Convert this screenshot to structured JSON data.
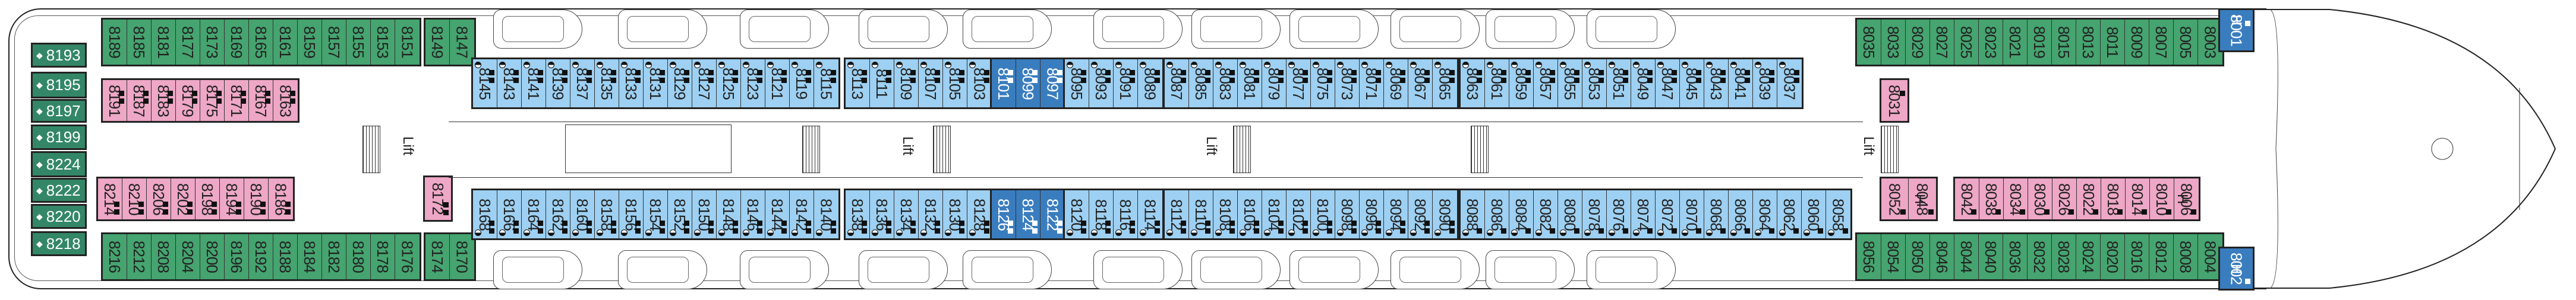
{
  "deck_plan": {
    "colors": {
      "green": "#45a46f",
      "dark_green": "#338767",
      "pink": "#eea7c6",
      "light_blue": "#9dd0f2",
      "blue": "#3a7dbf"
    },
    "lift_label": "Lift",
    "aft_suites": [
      {
        "label": "8193",
        "icon": "diamond"
      },
      {
        "label": "8195",
        "icon": "diamond",
        "connected": true
      },
      {
        "label": "8197",
        "icon": "diamond"
      },
      {
        "label": "8199",
        "icon": "diamond",
        "connected": true
      },
      {
        "label": "8224",
        "icon": "diamond"
      },
      {
        "label": "8222",
        "icon": "diamond",
        "connected": true
      },
      {
        "label": "8220",
        "icon": "diamond"
      },
      {
        "label": "8218",
        "icon": "diamond"
      }
    ],
    "rows": [
      {
        "id": "top-outer-aft",
        "color": "green",
        "cabins": [
          "8189",
          "8185",
          "8181",
          "8177",
          "8173",
          "8169",
          "8165",
          "8161",
          "8159",
          "8157",
          "8155",
          "8153",
          "8151"
        ]
      },
      {
        "id": "top-outer-aft2",
        "color": "green",
        "cabins": [
          "8149",
          "8147"
        ]
      },
      {
        "id": "top-inner-aft",
        "color": "pink",
        "marks": "sq2",
        "cabins": [
          "8191",
          "8187",
          "8183",
          "8179",
          "8175",
          "8171",
          "8167",
          "8163"
        ]
      },
      {
        "id": "bot-inner-aft",
        "color": "pink",
        "marks": "sq2",
        "cabins": [
          "8214",
          "8210",
          "8206",
          "8202",
          "8198",
          "8194",
          "8190",
          "8186"
        ]
      },
      {
        "id": "bot-outer-aft",
        "color": "green",
        "cabins": [
          "8216",
          "8212",
          "8208",
          "8204",
          "8200",
          "8196",
          "8192",
          "8188",
          "8184",
          "8182",
          "8180",
          "8178",
          "8176"
        ]
      },
      {
        "id": "bot-outer-aft2",
        "color": "green",
        "cabins": [
          "8174",
          "8170"
        ]
      },
      {
        "id": "mid-8172",
        "color": "pink",
        "marks": "sq2",
        "cabins": [
          "8172"
        ]
      },
      {
        "id": "top-mid-1",
        "color": "light_blue",
        "marks": "sq2-circ",
        "cabins": [
          "8145",
          "8143",
          "8141",
          "8139",
          "8137",
          "8135",
          "8133",
          "8131",
          "8129",
          "8127",
          "8125",
          "8123",
          "8121",
          "8119",
          "8115"
        ]
      },
      {
        "id": "top-mid-2",
        "color": "light_blue",
        "marks": "sq2-circ",
        "cabins": [
          "8113",
          "8111",
          "8109",
          "8107",
          "8105",
          "8103"
        ]
      },
      {
        "id": "top-mid-2b",
        "color": "blue",
        "marks": "sq2",
        "cabins": [
          "8101",
          "8099",
          "8097"
        ]
      },
      {
        "id": "top-mid-2c",
        "color": "light_blue",
        "marks": "sq2-circ",
        "cabins": [
          "8095",
          "8093",
          "8091",
          "8089"
        ]
      },
      {
        "id": "top-mid-3",
        "color": "light_blue",
        "marks": "sq2-circ",
        "cabins": [
          "8087",
          "8085",
          "8083",
          "8081",
          "8079",
          "8077",
          "8075",
          "8073",
          "8071",
          "8069",
          "8067",
          "8065"
        ]
      },
      {
        "id": "top-mid-4",
        "color": "light_blue",
        "marks": "sq2-circ",
        "cabins": [
          "8063",
          "8061",
          "8059",
          "8057",
          "8055",
          "8053",
          "8051",
          "8049",
          "8047",
          "8045",
          "8043",
          "8041",
          "8039",
          "8037"
        ]
      },
      {
        "id": "bot-mid-1",
        "color": "light_blue",
        "marks": "sq2-circ",
        "cabins": [
          "8168",
          "8166",
          "8164",
          "8162",
          "8160",
          "8158",
          "8156",
          "8154",
          "8152",
          "8150",
          "8148",
          "8146",
          "8144",
          "8142",
          "8140"
        ]
      },
      {
        "id": "bot-mid-2",
        "color": "light_blue",
        "marks": "sq2-circ",
        "cabins": [
          "8138",
          "8136",
          "8134",
          "8132",
          "8130",
          "8128"
        ]
      },
      {
        "id": "bot-mid-2b",
        "color": "blue",
        "marks": "sq2",
        "cabins": [
          "8126",
          "8124",
          "8122"
        ]
      },
      {
        "id": "bot-mid-2c",
        "color": "light_blue",
        "marks": "sq2-circ",
        "cabins": [
          "8120",
          "8118",
          "8116",
          "8114"
        ]
      },
      {
        "id": "bot-mid-3",
        "color": "light_blue",
        "marks": "sq2-circ",
        "cabins": [
          "8112",
          "8110",
          "8108",
          "8106",
          "8104",
          "8102",
          "8100",
          "8098",
          "8096",
          "8094",
          "8092",
          "8090"
        ]
      },
      {
        "id": "bot-mid-4",
        "color": "light_blue",
        "marks": "sq1-circ",
        "cabins": [
          "8088",
          "8086",
          "8084",
          "8082",
          "8080",
          "8078",
          "8076",
          "8074",
          "8072",
          "8070",
          "8068",
          "8066",
          "8064",
          "8062",
          "8060",
          "8058"
        ]
      },
      {
        "id": "top-fwd-outer",
        "color": "green",
        "cabins": [
          "8035",
          "8033",
          "8029",
          "8027",
          "8025",
          "8023",
          "8021",
          "8019",
          "8015",
          "8013",
          "8011",
          "8009",
          "8007",
          "8005",
          "8003"
        ]
      },
      {
        "id": "fwd-8031",
        "color": "pink",
        "marks": "sq1",
        "cabins": [
          "8031"
        ]
      },
      {
        "id": "fwd-inner-bot-a",
        "color": "pink",
        "marks": "sq1",
        "cabins": [
          "8052",
          "8048"
        ]
      },
      {
        "id": "fwd-inner-bot-b",
        "color": "pink",
        "marks": "sq1",
        "cabins": [
          "8042",
          "8038",
          "8034",
          "8030",
          "8026",
          "8022",
          "8018",
          "8014",
          "8010",
          "8006"
        ]
      },
      {
        "id": "bot-fwd-outer",
        "color": "green",
        "cabins": [
          "8056",
          "8054",
          "8050",
          "8046",
          "8044",
          "8040",
          "8036",
          "8032",
          "8028",
          "8024",
          "8020",
          "8016",
          "8012",
          "8008",
          "8004"
        ]
      },
      {
        "id": "fwd-8001",
        "color": "blue",
        "marks": "sq1",
        "cabins": [
          "8001"
        ]
      },
      {
        "id": "fwd-8002",
        "color": "blue",
        "marks": "sq1",
        "cabins": [
          "8002"
        ]
      }
    ],
    "accessible_cabins": [
      "8048",
      "8006",
      "8001",
      "8002"
    ],
    "accessible_mark": "H"
  }
}
